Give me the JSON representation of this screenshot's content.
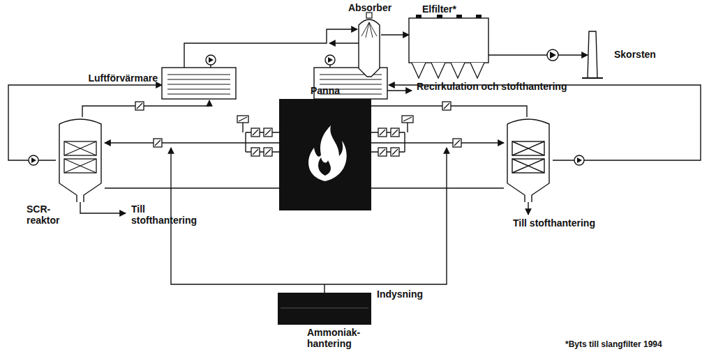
{
  "diagram": {
    "nodes": [
      {
        "text": [
          "Absorber"
        ]
      },
      {
        "text": [
          "Elfilter*"
        ]
      },
      {
        "text": [
          "Skorsten"
        ]
      },
      {
        "text": [
          "Luftförvärmare"
        ]
      },
      {
        "text": [
          "Panna"
        ]
      },
      {
        "text": [
          "SCR-reaktor"
        ]
      },
      {
        "text": [
          "Ammoniak-hantering"
        ]
      }
    ],
    "edges": [
      {
        "from": 0,
        "to": 1,
        "arrow": "to"
      },
      {
        "from": 1,
        "to": 2,
        "arrow": "to"
      },
      {
        "from": 3,
        "to": 0,
        "arrow": "to"
      },
      {
        "from": 5,
        "to": 3,
        "arrow": "to"
      },
      {
        "from": 4,
        "to": 5,
        "arrow": "to"
      }
    ],
    "labels": [
      "Recirkulation och stofthantering",
      "Till stofthantering",
      "Till stofthantering",
      "Indysning",
      "*Byts till slangfilter 1994"
    ]
  }
}
